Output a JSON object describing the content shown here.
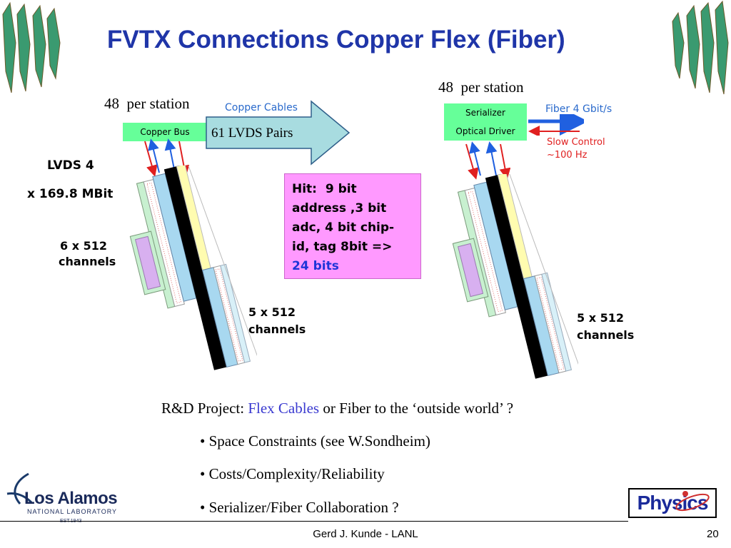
{
  "title": "FVTX Connections Copper Flex (Fiber)",
  "left": {
    "per_station": "48  per station",
    "copper_bus": "Copper Bus",
    "copper_cables": "Copper Cables",
    "lvds_pairs": "61 LVDS Pairs",
    "lvds_line1": "LVDS 4",
    "lvds_line2": "x 169.8 MBit",
    "ch6_line1": "6 x 512",
    "ch6_line2": "channels",
    "ch5_line1": "5 x 512",
    "ch5_line2": "channels"
  },
  "right": {
    "per_station": "48  per station",
    "serializer": "Serializer",
    "optical_driver": "Optical Driver",
    "fiber": "Fiber 4 Gbit/s",
    "slow_control_line1": "Slow Control",
    "slow_control_line2": "~100 Hz",
    "ch5_line1": "5 x 512",
    "ch5_line2": "channels"
  },
  "hit": {
    "line1": "Hit:  9 bit",
    "line2": "address ,3 bit",
    "line3": "adc, 4 bit chip-",
    "line4": "id, tag 8bit =>",
    "line5": "24 bits"
  },
  "rd": {
    "prefix": "R&D Project: ",
    "highlight": "Flex Cables",
    "suffix": " or Fiber to the ‘outside world’ ?",
    "bullets": [
      "• Space Constraints (see W.Sondheim)",
      "• Costs/Complexity/Reliability",
      "• Serializer/Fiber Collaboration ?"
    ]
  },
  "logos": {
    "lanl_name": "Los Alamos",
    "lanl_sub": "NATIONAL LABORATORY",
    "lanl_est": "EST.1943",
    "physics": "Physics"
  },
  "footer": "Gerd J. Kunde - LANL",
  "page_number": "20",
  "colors": {
    "title": "#1f35a8",
    "green_box": "#66ff99",
    "arrow_fill": "#a8dce0",
    "hit_box": "#ff99ff",
    "red_arrow": "#e02020",
    "blue_arrow": "#2060e0",
    "highlight": "#3a3ad0"
  }
}
